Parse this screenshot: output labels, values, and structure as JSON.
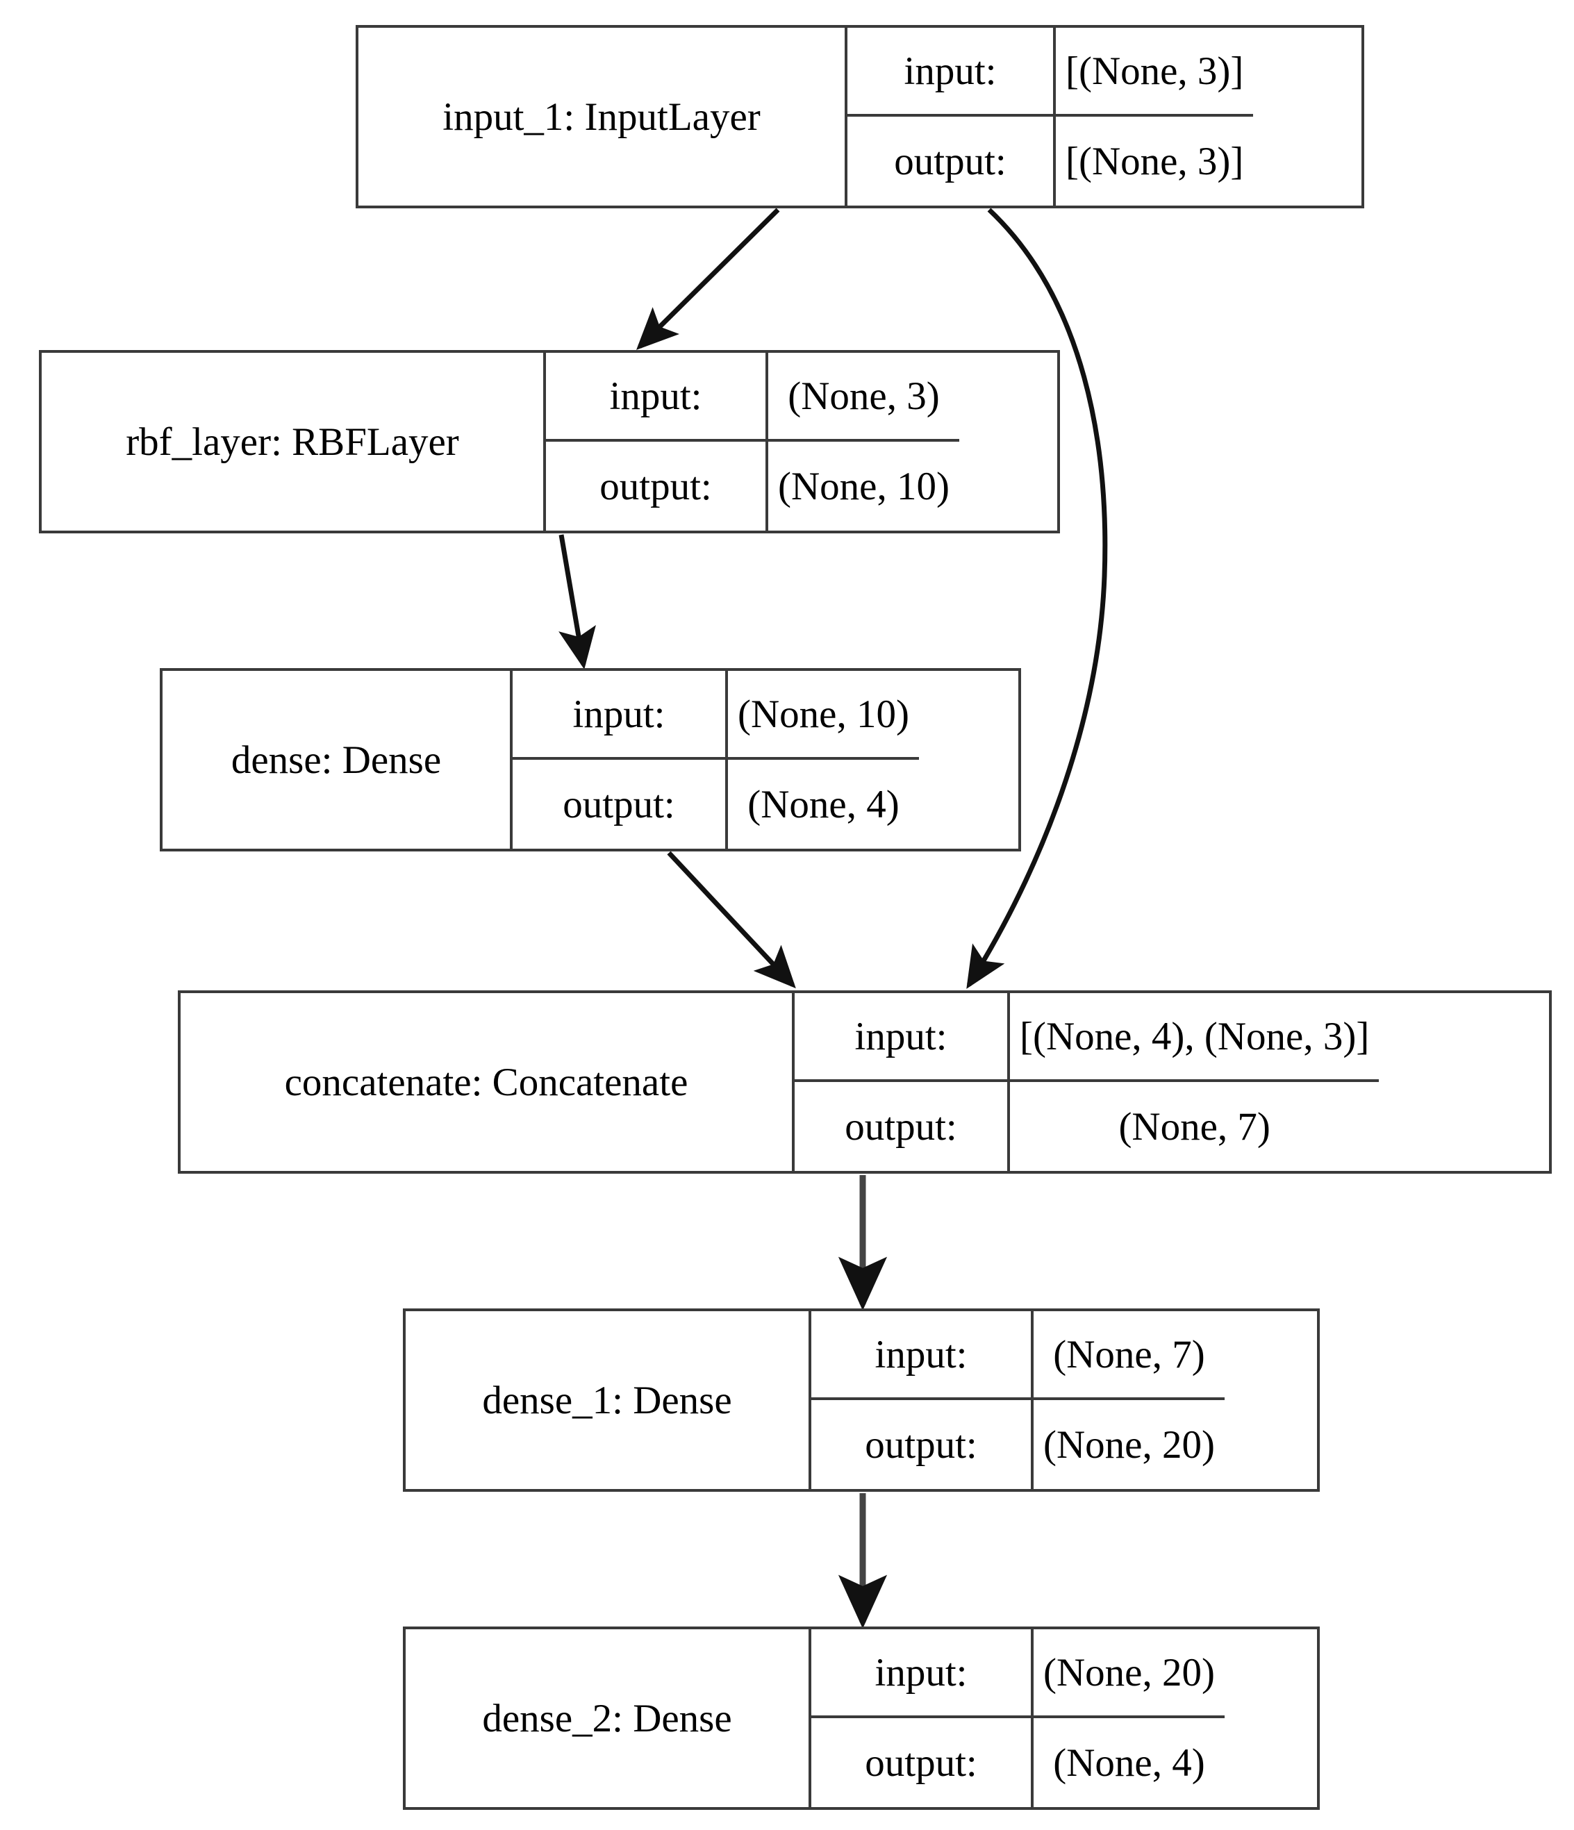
{
  "diagram": {
    "title": "Keras model architecture graph",
    "colors": {
      "border": "#3a3a3a",
      "edge": "#1a1a1a",
      "background": "#ffffff",
      "text": "#000000"
    },
    "io_labels": {
      "input": "input:",
      "output": "output:"
    },
    "nodes": [
      {
        "id": "input_1",
        "name": "input_1: InputLayer",
        "input_label": "input:",
        "input_shape": "[(None, 3)]",
        "output_label": "output:",
        "output_shape": "[(None, 3)]"
      },
      {
        "id": "rbf_layer",
        "name": "rbf_layer: RBFLayer",
        "input_label": "input:",
        "input_shape": "(None, 3)",
        "output_label": "output:",
        "output_shape": "(None, 10)"
      },
      {
        "id": "dense",
        "name": "dense: Dense",
        "input_label": "input:",
        "input_shape": "(None, 10)",
        "output_label": "output:",
        "output_shape": "(None, 4)"
      },
      {
        "id": "concatenate",
        "name": "concatenate: Concatenate",
        "input_label": "input:",
        "input_shape": "[(None, 4), (None, 3)]",
        "output_label": "output:",
        "output_shape": "(None, 7)"
      },
      {
        "id": "dense_1",
        "name": "dense_1: Dense",
        "input_label": "input:",
        "input_shape": "(None, 7)",
        "output_label": "output:",
        "output_shape": "(None, 20)"
      },
      {
        "id": "dense_2",
        "name": "dense_2: Dense",
        "input_label": "input:",
        "input_shape": "(None, 20)",
        "output_label": "output:",
        "output_shape": "(None, 4)"
      }
    ],
    "edges": [
      {
        "id": "edge-input_1-rbf_layer",
        "from": "input_1",
        "to": "rbf_layer"
      },
      {
        "id": "edge-input_1-concatenate",
        "from": "input_1",
        "to": "concatenate"
      },
      {
        "id": "edge-rbf_layer-dense",
        "from": "rbf_layer",
        "to": "dense"
      },
      {
        "id": "edge-dense-concatenate",
        "from": "dense",
        "to": "concatenate"
      },
      {
        "id": "edge-concatenate-dense_1",
        "from": "concatenate",
        "to": "dense_1"
      },
      {
        "id": "edge-dense_1-dense_2",
        "from": "dense_1",
        "to": "dense_2"
      }
    ]
  }
}
